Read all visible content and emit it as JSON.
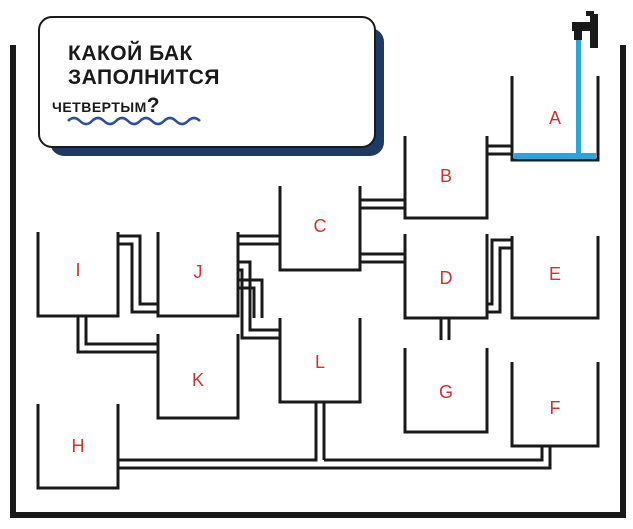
{
  "puzzle": {
    "title_line1": "КАКОЙ БАК",
    "title_line2": "ЗАПОЛНИТСЯ",
    "title_line3": "ЧЕТВЕРТЫМ",
    "title_mark": "?"
  },
  "tanks": [
    "A",
    "B",
    "C",
    "D",
    "E",
    "G",
    "F",
    "I",
    "J",
    "K",
    "L",
    "H"
  ],
  "colors": {
    "ink": "#1a1a1a",
    "label": "#d62f2f",
    "water": "#2aa6de",
    "card_shadow": "#1b3a66",
    "wave": "#2f4f9c"
  },
  "icons": [
    "faucet-icon",
    "wave-underline-icon"
  ]
}
